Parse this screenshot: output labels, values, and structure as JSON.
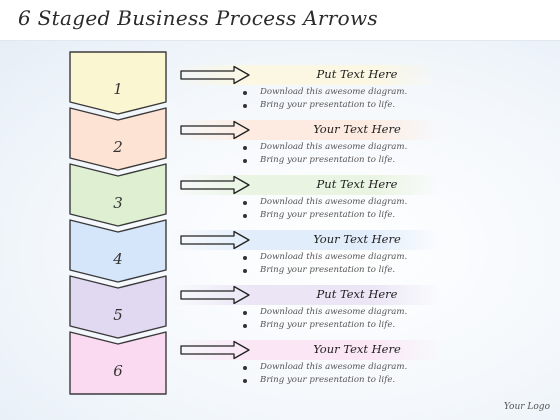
{
  "title": "6 Staged Business Process Arrows",
  "logo_text": "Your Logo",
  "steps": [
    {
      "number": "1",
      "heading": "Put Text Here",
      "bullets": [
        "Download this awesome diagram.",
        "Bring your presentation to life."
      ],
      "color": "#fbf6d2",
      "band": "#fbf7e2"
    },
    {
      "number": "2",
      "heading": "Your Text Here",
      "bullets": [
        "Download this awesome diagram.",
        "Bring your presentation to life."
      ],
      "color": "#fde3d3",
      "band": "#fdebe1"
    },
    {
      "number": "3",
      "heading": "Put Text Here",
      "bullets": [
        "Download this awesome diagram.",
        "Bring your presentation to life."
      ],
      "color": "#dff0d2",
      "band": "#e9f4e2"
    },
    {
      "number": "4",
      "heading": "Your Text Here",
      "bullets": [
        "Download this awesome diagram.",
        "Bring your presentation to life."
      ],
      "color": "#d5e5fa",
      "band": "#e2edfb"
    },
    {
      "number": "5",
      "heading": "Put Text Here",
      "bullets": [
        "Download this awesome diagram.",
        "Bring your presentation to life."
      ],
      "color": "#e1d9f1",
      "band": "#ebe5f5"
    },
    {
      "number": "6",
      "heading": "Your Text Here",
      "bullets": [
        "Download this awesome diagram.",
        "Bring your presentation to life."
      ],
      "color": "#f9daf1",
      "band": "#fbe6f6"
    }
  ]
}
